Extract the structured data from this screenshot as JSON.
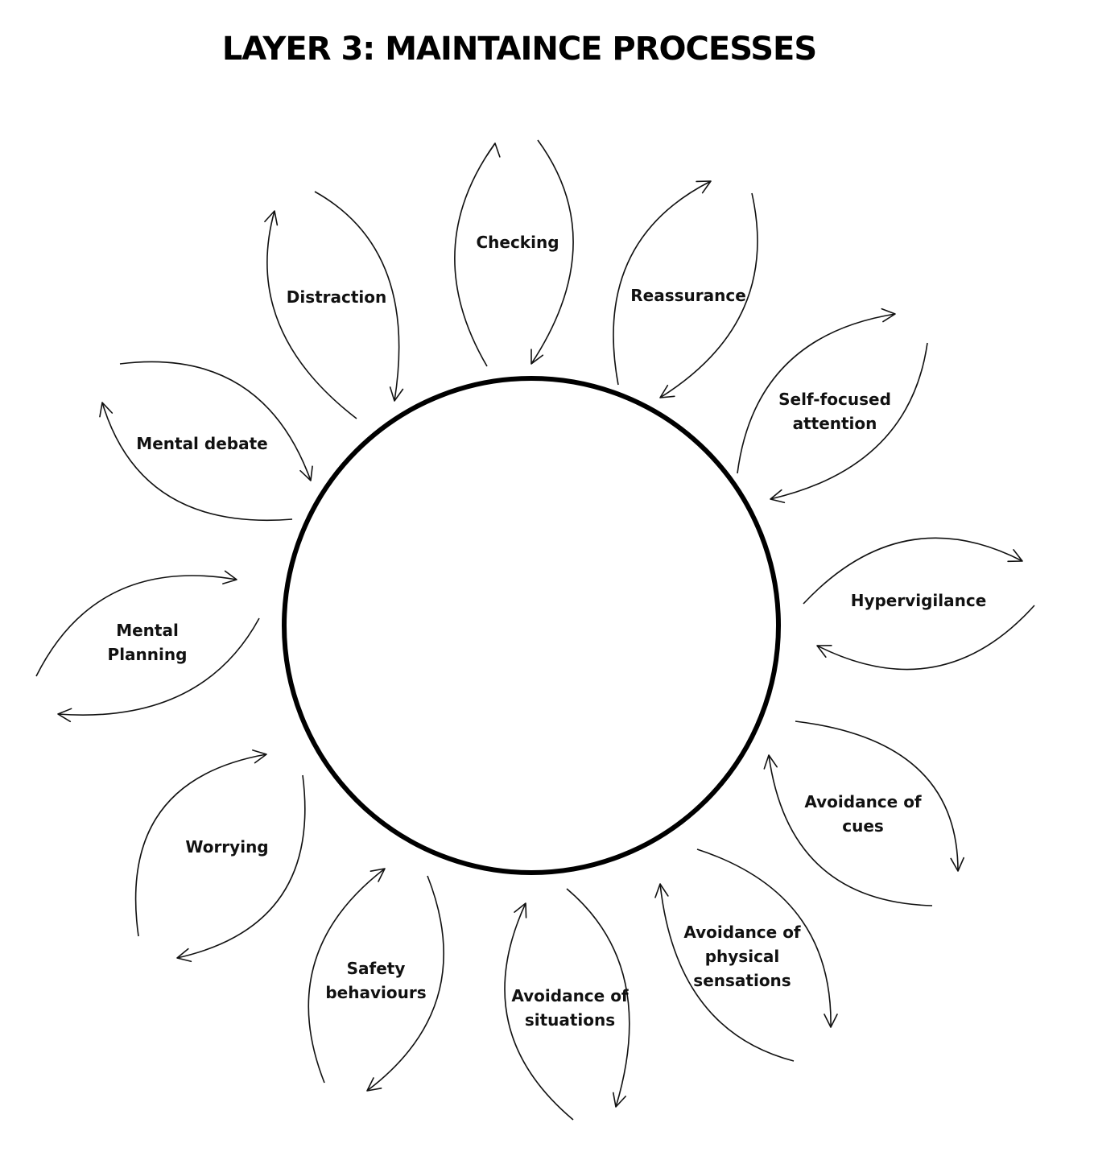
{
  "title": "LAYER 3: MAINTAINCE PROCESSES",
  "processes": [
    {
      "id": "checking",
      "lines": [
        "Checking"
      ]
    },
    {
      "id": "reassurance",
      "lines": [
        "Reassurance"
      ]
    },
    {
      "id": "self-focused-attention",
      "lines": [
        "Self-focused",
        "attention"
      ]
    },
    {
      "id": "hypervigilance",
      "lines": [
        "Hypervigilance"
      ]
    },
    {
      "id": "avoidance-of-cues",
      "lines": [
        "Avoidance of",
        "cues"
      ]
    },
    {
      "id": "avoidance-of-physical-sensations",
      "lines": [
        "Avoidance of",
        "physical",
        "sensations"
      ]
    },
    {
      "id": "avoidance-of-situations",
      "lines": [
        "Avoidance of",
        "situations"
      ]
    },
    {
      "id": "safety-behaviours",
      "lines": [
        "Safety",
        "behaviours"
      ]
    },
    {
      "id": "worrying",
      "lines": [
        "Worrying"
      ]
    },
    {
      "id": "mental-planning",
      "lines": [
        "Mental",
        "Planning"
      ]
    },
    {
      "id": "mental-debate",
      "lines": [
        "Mental debate"
      ]
    },
    {
      "id": "distraction",
      "lines": [
        "Distraction"
      ]
    }
  ],
  "colors": {
    "stroke": "#111111",
    "background": "#ffffff"
  }
}
